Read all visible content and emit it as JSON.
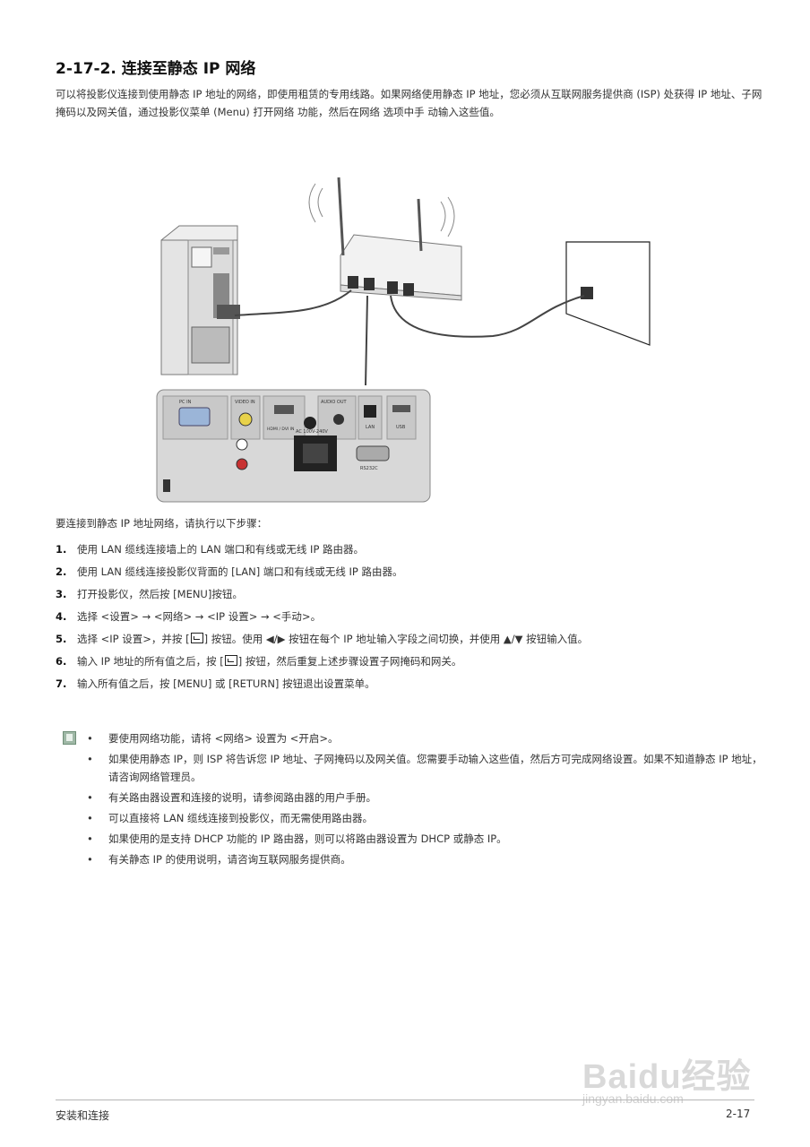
{
  "title": "2-17-2. 连接至静态 IP 网络",
  "intro": "可以将投影仪连接到使用静态 IP 地址的网络，即使用租赁的专用线路。如果网络使用静态 IP 地址，您必须从互联网服务提供商 (ISP) 处获得 IP 地址、子网掩码以及网关值，通过投影仪菜单 (Menu) 打开网络 功能，然后在网络 选项中手 动输入这些值。",
  "diagram_labels": {
    "pc_in": "PC IN",
    "video_in": "VIDEO IN",
    "hdmi": "HDMI / DVI IN",
    "audio_out": "AUDIO OUT",
    "lan": "LAN",
    "usb": "USB",
    "ac": "AC 100V-240V",
    "rs232c": "RS232C"
  },
  "lead": "要连接到静态 IP 地址网络，请执行以下步骤：",
  "steps": [
    {
      "num": "1.",
      "text": "使用 LAN 缆线连接墙上的 LAN 端口和有线或无线 IP 路由器。"
    },
    {
      "num": "2.",
      "text": "使用 LAN 缆线连接投影仪背面的 [LAN] 端口和有线或无线 IP 路由器。"
    },
    {
      "num": "3.",
      "text": "打开投影仪，然后按 [MENU]按钮。"
    },
    {
      "num": "4.",
      "text": "选择 <设置> → <网络> → <IP 设置> → <手动>。"
    },
    {
      "num": "5.",
      "pre": "选择 <IP 设置>，并按 [",
      "post": "] 按钮。使用 ◀/▶ 按钮在每个 IP 地址输入字段之间切换，并使用 ▲/▼ 按钮输入值。"
    },
    {
      "num": "6.",
      "pre": "输入 IP 地址的所有值之后，按 [",
      "post": "] 按钮，然后重复上述步骤设置子网掩码和网关。"
    },
    {
      "num": "7.",
      "text": "输入所有值之后，按 [MENU] 或 [RETURN] 按钮退出设置菜单。"
    }
  ],
  "notes": [
    "要使用网络功能，请将 <网络> 设置为 <开启>。",
    "如果使用静态 IP，则 ISP 将告诉您 IP 地址、子网掩码以及网关值。您需要手动输入这些值，然后方可完成网络设置。如果不知道静态 IP 地址，请咨询网络管理员。",
    "有关路由器设置和连接的说明，请参阅路由器的用户手册。",
    "可以直接将 LAN 缆线连接到投影仪，而无需使用路由器。",
    "如果使用的是支持 DHCP 功能的 IP 路由器，则可以将路由器设置为 DHCP 或静态 IP。",
    "有关静态 IP 的使用说明，请咨询互联网服务提供商。"
  ],
  "footer": {
    "left": "安装和连接",
    "right": "2-17"
  },
  "watermark": {
    "logo": "Baidu经验",
    "url": "jingyan.baidu.com"
  }
}
